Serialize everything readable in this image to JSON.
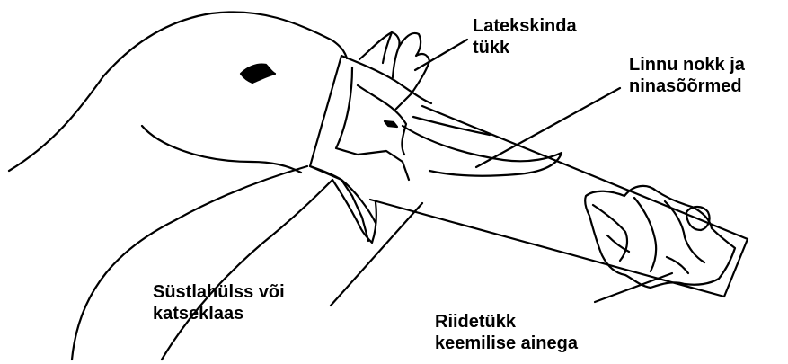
{
  "labels": {
    "latex_piece": [
      "Latekskinda",
      "tükk"
    ],
    "beak_nostrils": [
      "Linnu nokk ja",
      "ninasõõrmed"
    ],
    "syringe_tube": [
      "Süstlahülss või",
      "katseklaas"
    ],
    "cloth_piece": [
      "Riidetükk",
      "keemilise ainega"
    ]
  },
  "colors": {
    "line": "#000000",
    "background": "#ffffff"
  }
}
